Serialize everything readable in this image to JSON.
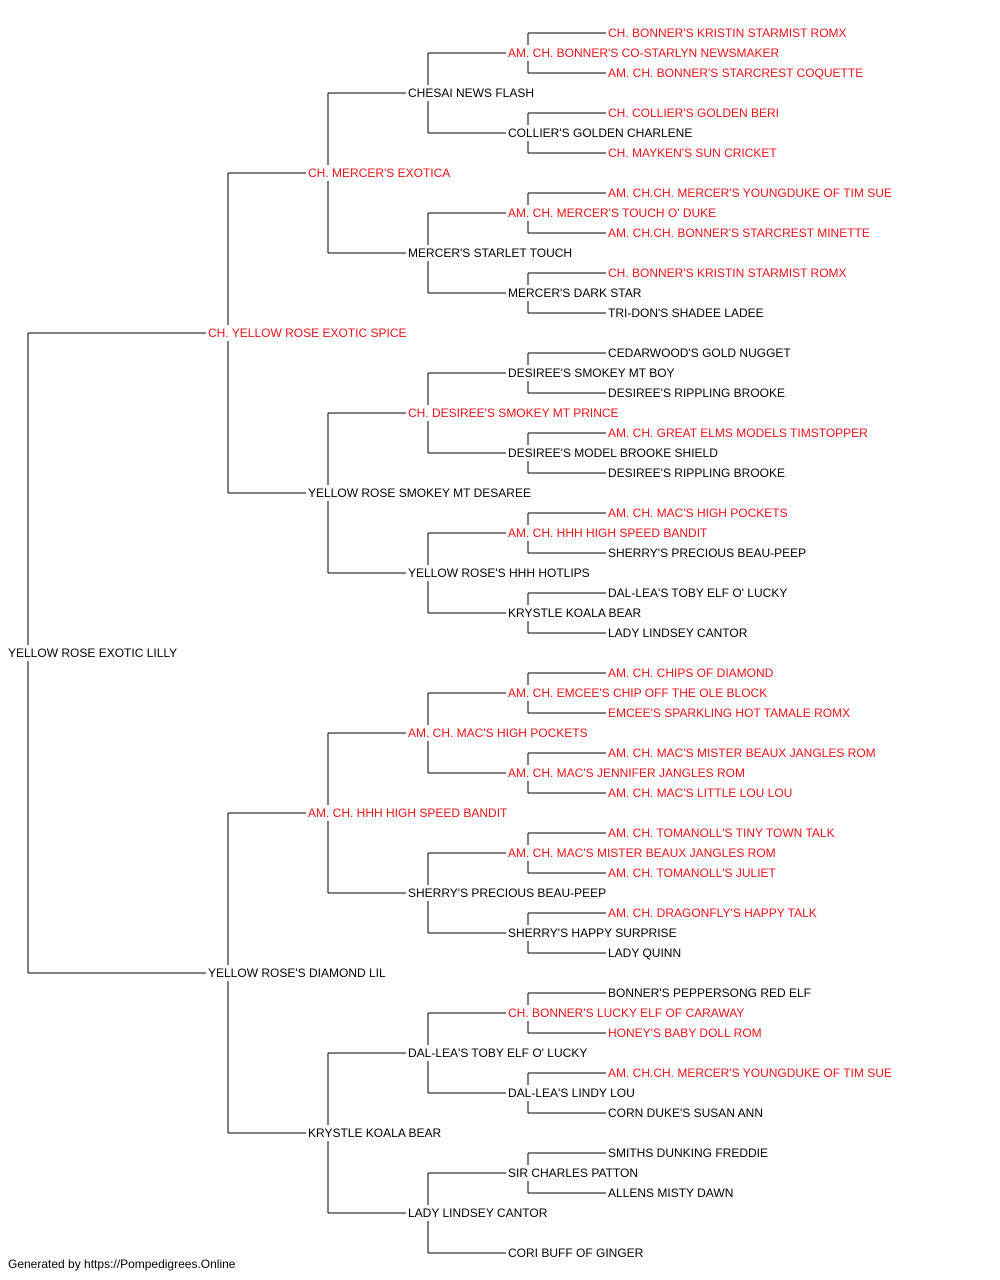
{
  "colors": {
    "champion": "#e8141b",
    "regular": "#000000",
    "line": "#000000"
  },
  "pedigree": {
    "name": "YELLOW ROSE EXOTIC LILLY",
    "champion": false,
    "sire": {
      "name": "CH. YELLOW ROSE EXOTIC SPICE",
      "champion": true,
      "sire": {
        "name": "CH. MERCER'S EXOTICA",
        "champion": true,
        "sire": {
          "name": "CHESAI NEWS FLASH",
          "champion": false,
          "sire": {
            "name": "AM. CH. BONNER'S CO-STARLYN NEWSMAKER",
            "champion": true,
            "sire": {
              "name": "CH. BONNER'S KRISTIN STARMIST ROMX",
              "champion": true
            },
            "dam": {
              "name": "AM. CH. BONNER'S STARCREST COQUETTE",
              "champion": true
            }
          },
          "dam": {
            "name": "COLLIER'S GOLDEN CHARLENE",
            "champion": false,
            "sire": {
              "name": "CH. COLLIER'S GOLDEN BERI",
              "champion": true
            },
            "dam": {
              "name": "CH. MAYKEN'S SUN CRICKET",
              "champion": true
            }
          }
        },
        "dam": {
          "name": "MERCER'S STARLET TOUCH",
          "champion": false,
          "sire": {
            "name": "AM. CH. MERCER'S TOUCH O' DUKE",
            "champion": true,
            "sire": {
              "name": "AM. CH.CH. MERCER'S YOUNGDUKE OF TIM SUE",
              "champion": true
            },
            "dam": {
              "name": "AM. CH.CH. BONNER'S STARCREST MINETTE",
              "champion": true
            }
          },
          "dam": {
            "name": "MERCER'S DARK STAR",
            "champion": false,
            "sire": {
              "name": "CH. BONNER'S KRISTIN STARMIST ROMX",
              "champion": true
            },
            "dam": {
              "name": "TRI-DON'S SHADEE LADEE",
              "champion": false
            }
          }
        }
      },
      "dam": {
        "name": "YELLOW ROSE SMOKEY MT DESAREE",
        "champion": false,
        "sire": {
          "name": "CH. DESIREE'S SMOKEY MT PRINCE",
          "champion": true,
          "sire": {
            "name": "DESIREE'S SMOKEY MT BOY",
            "champion": false,
            "sire": {
              "name": "CEDARWOOD'S GOLD NUGGET",
              "champion": false
            },
            "dam": {
              "name": "DESIREE'S RIPPLING BROOKE",
              "champion": false
            }
          },
          "dam": {
            "name": "DESIREE'S MODEL BROOKE SHIELD",
            "champion": false,
            "sire": {
              "name": "AM. CH. GREAT ELMS MODELS TIMSTOPPER",
              "champion": true
            },
            "dam": {
              "name": "DESIREE'S RIPPLING BROOKE",
              "champion": false
            }
          }
        },
        "dam": {
          "name": "YELLOW ROSE'S HHH HOTLIPS",
          "champion": false,
          "sire": {
            "name": "AM. CH. HHH HIGH SPEED BANDIT",
            "champion": true,
            "sire": {
              "name": "AM. CH. MAC'S HIGH POCKETS",
              "champion": true
            },
            "dam": {
              "name": "SHERRY'S PRECIOUS BEAU-PEEP",
              "champion": false
            }
          },
          "dam": {
            "name": "KRYSTLE KOALA BEAR",
            "champion": false,
            "sire": {
              "name": "DAL-LEA'S TOBY ELF O' LUCKY",
              "champion": false
            },
            "dam": {
              "name": "LADY LINDSEY CANTOR",
              "champion": false
            }
          }
        }
      }
    },
    "dam": {
      "name": "YELLOW ROSE'S DIAMOND LIL",
      "champion": false,
      "sire": {
        "name": "AM. CH. HHH HIGH SPEED BANDIT",
        "champion": true,
        "sire": {
          "name": "AM. CH. MAC'S HIGH POCKETS",
          "champion": true,
          "sire": {
            "name": "AM. CH. EMCEE'S CHIP OFF THE OLE BLOCK",
            "champion": true,
            "sire": {
              "name": "AM. CH. CHIPS OF DIAMOND",
              "champion": true
            },
            "dam": {
              "name": "EMCEE'S SPARKLING HOT TAMALE ROMX",
              "champion": true
            }
          },
          "dam": {
            "name": "AM. CH. MAC'S JENNIFER JANGLES ROM",
            "champion": true,
            "sire": {
              "name": "AM. CH. MAC'S MISTER BEAUX JANGLES ROM",
              "champion": true
            },
            "dam": {
              "name": "AM. CH. MAC'S LITTLE LOU LOU",
              "champion": true
            }
          }
        },
        "dam": {
          "name": "SHERRY'S PRECIOUS BEAU-PEEP",
          "champion": false,
          "sire": {
            "name": "AM. CH. MAC'S MISTER BEAUX JANGLES ROM",
            "champion": true,
            "sire": {
              "name": "AM. CH. TOMANOLL'S TINY TOWN TALK",
              "champion": true
            },
            "dam": {
              "name": "AM. CH. TOMANOLL'S JULIET",
              "champion": true
            }
          },
          "dam": {
            "name": "SHERRY'S HAPPY SURPRISE",
            "champion": false,
            "sire": {
              "name": "AM. CH. DRAGONFLY'S HAPPY TALK",
              "champion": true
            },
            "dam": {
              "name": "LADY QUINN",
              "champion": false
            }
          }
        }
      },
      "dam": {
        "name": "KRYSTLE KOALA BEAR",
        "champion": false,
        "sire": {
          "name": "DAL-LEA'S TOBY ELF O' LUCKY",
          "champion": false,
          "sire": {
            "name": "CH. BONNER'S LUCKY ELF OF CARAWAY",
            "champion": true,
            "sire": {
              "name": "BONNER'S PEPPERSONG RED ELF",
              "champion": false
            },
            "dam": {
              "name": "HONEY'S BABY DOLL ROM",
              "champion": true
            }
          },
          "dam": {
            "name": "DAL-LEA'S LINDY LOU",
            "champion": false,
            "sire": {
              "name": "AM. CH.CH. MERCER'S YOUNGDUKE OF TIM SUE",
              "champion": true
            },
            "dam": {
              "name": "CORN DUKE'S SUSAN ANN",
              "champion": false
            }
          }
        },
        "dam": {
          "name": "LADY LINDSEY CANTOR",
          "champion": false,
          "sire": {
            "name": "SIR CHARLES PATTON",
            "champion": false,
            "sire": {
              "name": "SMITHS DUNKING FREDDIE",
              "champion": false
            },
            "dam": {
              "name": "ALLENS MISTY DAWN",
              "champion": false
            }
          },
          "dam": {
            "name": "CORI BUFF OF GINGER",
            "champion": false
          }
        }
      }
    }
  },
  "footer": {
    "text": "Generated by https://Pompedigrees.Online"
  }
}
